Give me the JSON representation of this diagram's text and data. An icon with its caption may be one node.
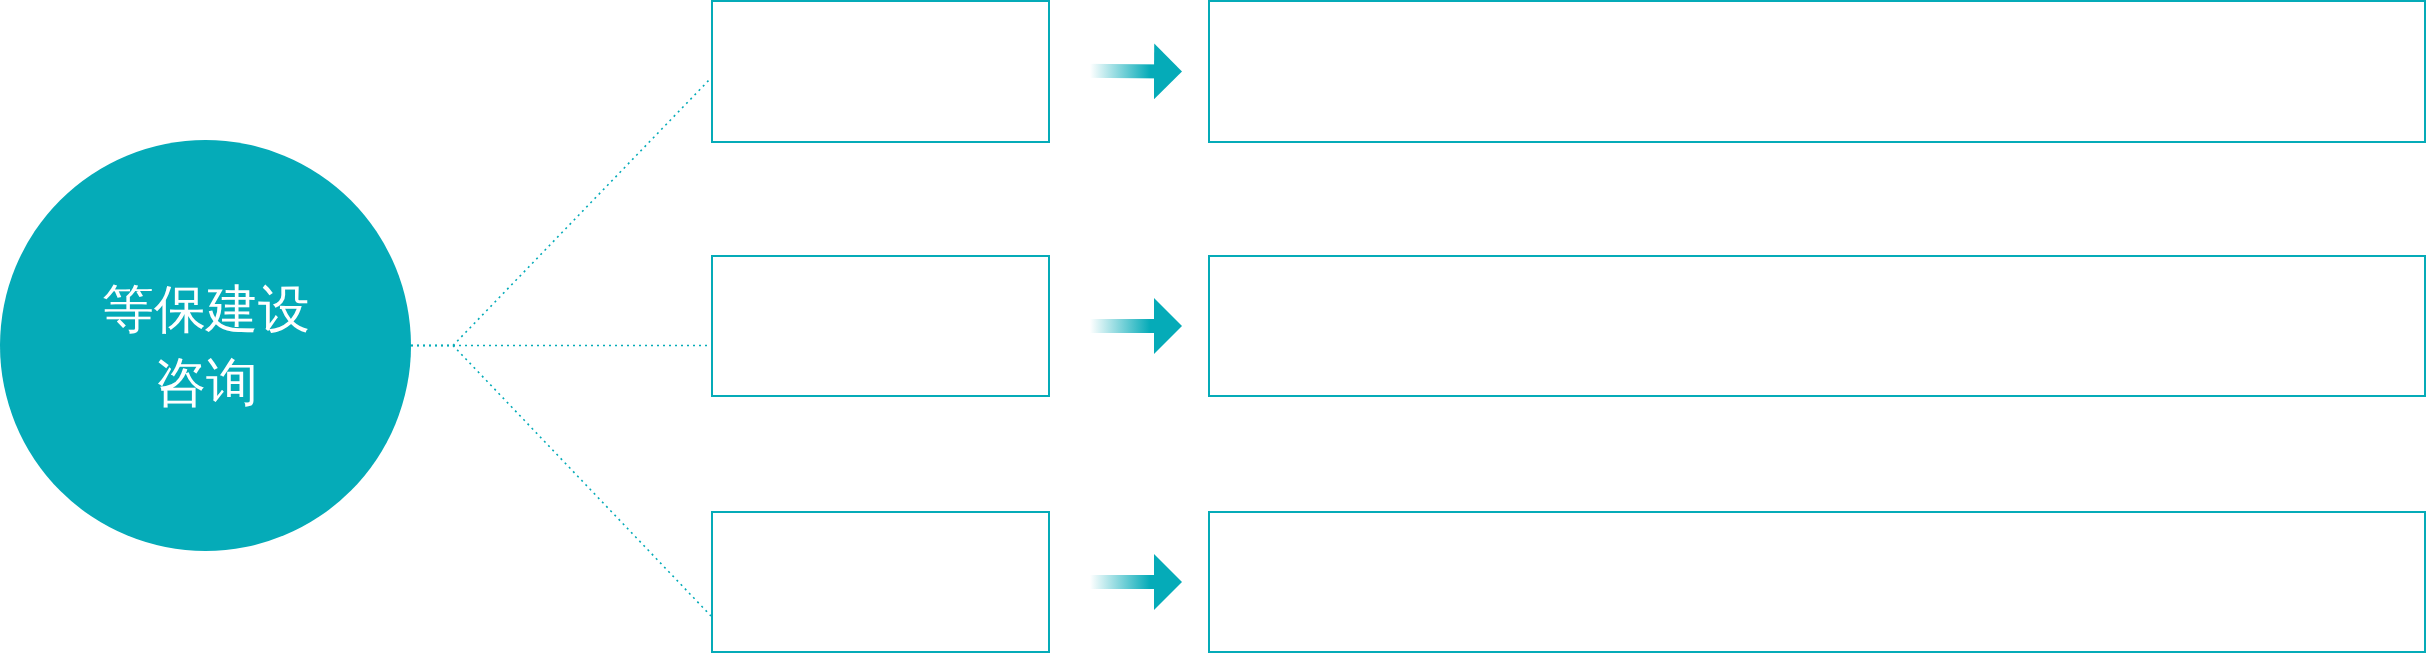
{
  "diagram": {
    "nodes": [
      {
        "text": [
          "等保建设咨询"
        ]
      },
      {
        "text": [],
        "shape": "box"
      },
      {
        "text": [],
        "shape": "box"
      },
      {
        "text": [],
        "shape": "box"
      },
      {
        "text": [],
        "shape": "box"
      },
      {
        "text": [],
        "shape": "box"
      },
      {
        "text": [],
        "shape": "box"
      }
    ],
    "edges": [
      {
        "from": 0,
        "to": 1,
        "arrow": "none",
        "style": "dashed"
      },
      {
        "from": 0,
        "to": 2,
        "arrow": "none",
        "style": "dashed"
      },
      {
        "from": 0,
        "to": 3,
        "arrow": "none",
        "style": "dashed"
      },
      {
        "from": 1,
        "to": 4,
        "arrow": "to",
        "style": "thick"
      },
      {
        "from": 2,
        "to": 5,
        "arrow": "to",
        "style": "thick"
      },
      {
        "from": 3,
        "to": 6,
        "arrow": "to",
        "style": "thick"
      }
    ]
  }
}
